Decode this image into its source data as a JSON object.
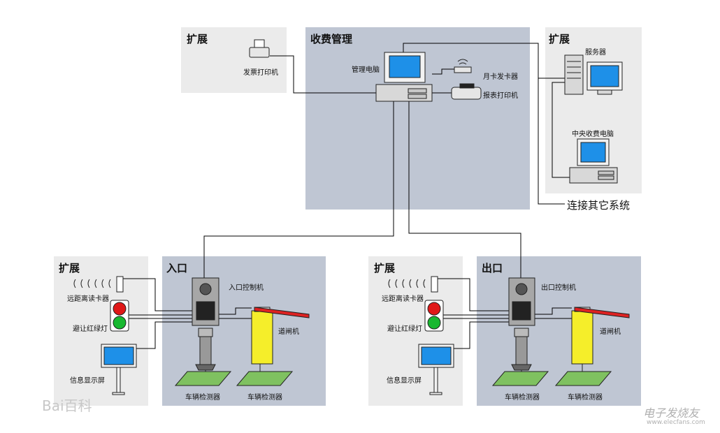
{
  "panels": {
    "expand_top_left": "扩展",
    "fee_mgmt": "收费管理",
    "expand_top_right": "扩展",
    "expand_entry": "扩展",
    "entry": "入口",
    "expand_exit": "扩展",
    "exit": "出口"
  },
  "labels": {
    "invoice_printer": "发票打印机",
    "mgmt_pc": "管理电脑",
    "monthly_card_issuer": "月卡发卡器",
    "report_printer": "报表打印机",
    "server": "服务器",
    "central_pc": "中央收费电脑",
    "other_systems": "连接其它系统",
    "entry_reader": "远距离读卡器",
    "entry_light": "避让红绿灯",
    "entry_display": "信息显示屏",
    "entry_controller": "入口控制机",
    "entry_gate": "道闸机",
    "entry_detector1": "车辆检测器",
    "entry_detector2": "车辆检测器",
    "exit_reader": "远距离读卡器",
    "exit_light": "避让红绿灯",
    "exit_display": "信息显示屏",
    "exit_controller": "出口控制机",
    "exit_gate": "道闸机",
    "exit_detector1": "车辆检测器",
    "exit_detector2": "车辆检测器"
  },
  "watermarks": {
    "left": "Bai百科",
    "right": "电子发烧友",
    "right_url": "www.elecfans.com"
  },
  "colors": {
    "panel_gray": "#ebebeb",
    "panel_blue": "#bfc6d3",
    "screen_blue": "#1e90e8",
    "gate_yellow": "#f5ee2a",
    "detector_green": "#7fc160",
    "red_light": "#e01818",
    "green_light": "#18b830"
  }
}
